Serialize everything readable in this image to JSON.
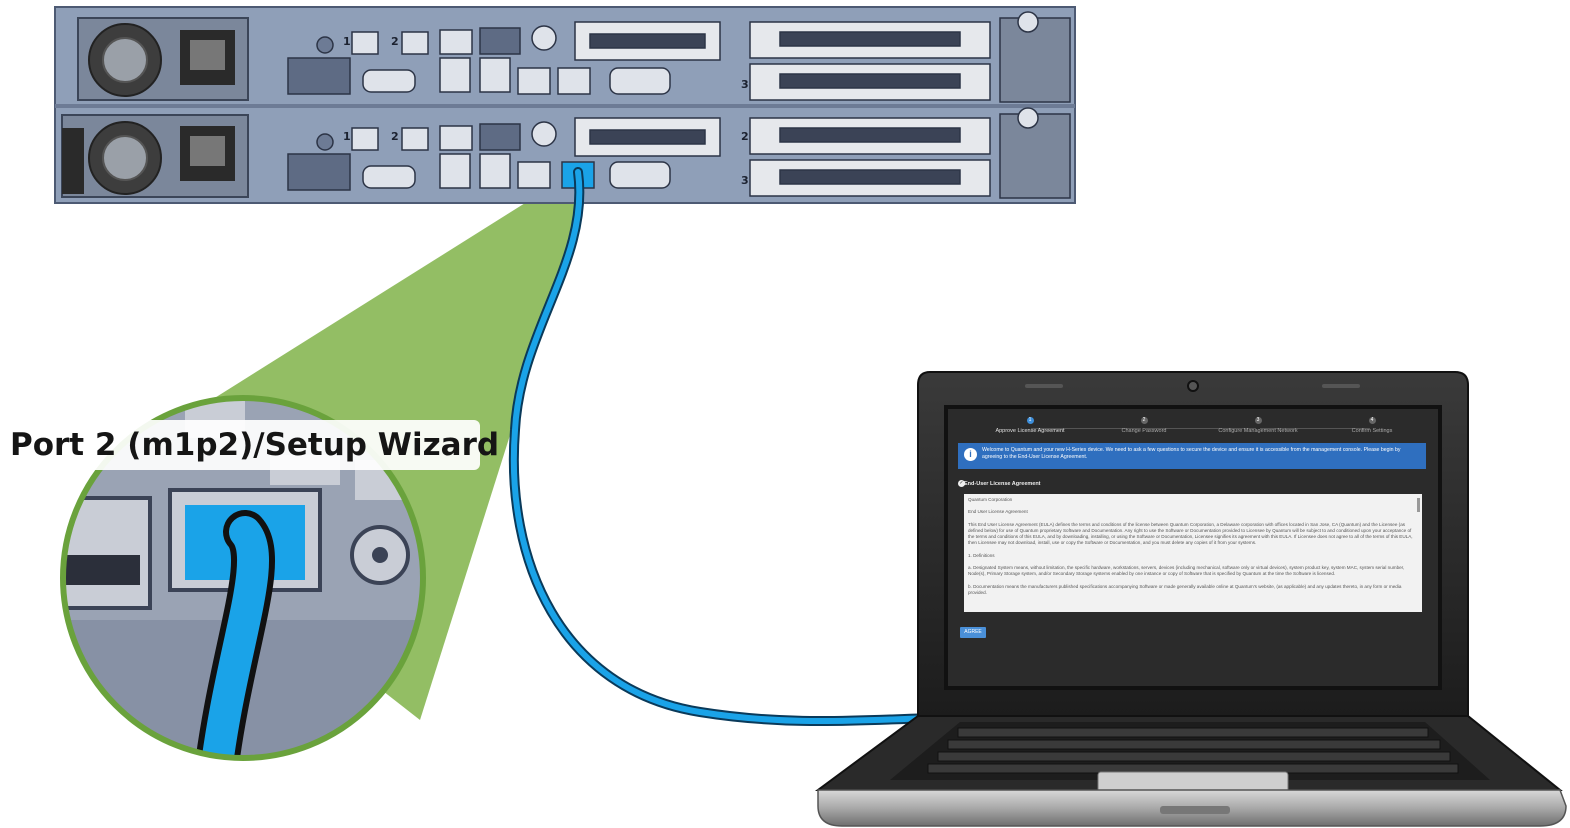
{
  "callout": {
    "label": "Port 2 (m1p2)/Setup Wizard"
  },
  "server": {
    "port_labels": [
      "1",
      "2",
      "1",
      "2",
      "3",
      "2",
      "3"
    ]
  },
  "laptop_screen": {
    "steps": [
      {
        "label": "Approve License Agreement",
        "number": "1"
      },
      {
        "label": "Change Password",
        "number": "2"
      },
      {
        "label": "Configure Management Network",
        "number": "3"
      },
      {
        "label": "Confirm Settings",
        "number": "4"
      }
    ],
    "banner_icon": "i",
    "banner_text": "Welcome to Quantum and your new H-Series device. We need to ask a few questions to secure the device and ensure it is accessible from the management console. Please begin by agreeing to the End-User License Agreement.",
    "eula_heading": "End-User License Agreement",
    "eula_paragraphs": [
      "Quantum Corporation",
      "End User License Agreement",
      "This End User License Agreement (EULA) defines the terms and conditions of the license between Quantum Corporation, a Delaware corporation with offices located in San Jose, CA (Quantum) and the Licensee (as defined below) for use of Quantum proprietary Software and Documentation. Any right to use the Software or Documentation provided to Licensee by Quantum will be subject to and conditioned upon your acceptance of the terms and conditions of this EULA, and by downloading, installing, or using the Software or Documentation, Licensee signifies its agreement with this EULA. If Licensee does not agree to all of the terms of this EULA, then Licensee may not download, install, use or copy the Software or Documentation, and you must delete any copies of it from your systems.",
      "1. Definitions",
      "a. Designated System means, without limitation, the specific hardware, workstations, servers, devices (including mechanical, software only or virtual devices), system product key, system MAC, system serial number, Node(s), Primary Storage system, and/or Secondary Storage systems enabled by one instance or copy of Software that is specified by Quantum at the time the Software is licensed.",
      "b. Documentation means the manufacturers published specifications accompanying Software or made generally available online at Quantum's website, (as applicable) and any updates thereto, in any form or media provided."
    ],
    "agree_button": "AGREE"
  },
  "colors": {
    "server_body": "#8f9fb8",
    "cable": "#1aa3e8",
    "callout_fill": "#8dba5c",
    "callout_ring": "#6aa23c",
    "laptop_body": "#2b2b2b",
    "banner": "#2f6fbf"
  },
  "icons": [
    "info-icon",
    "check-icon",
    "network-cable",
    "laptop",
    "server-chassis",
    "vga-port",
    "usb-port",
    "power-supply-fan"
  ]
}
